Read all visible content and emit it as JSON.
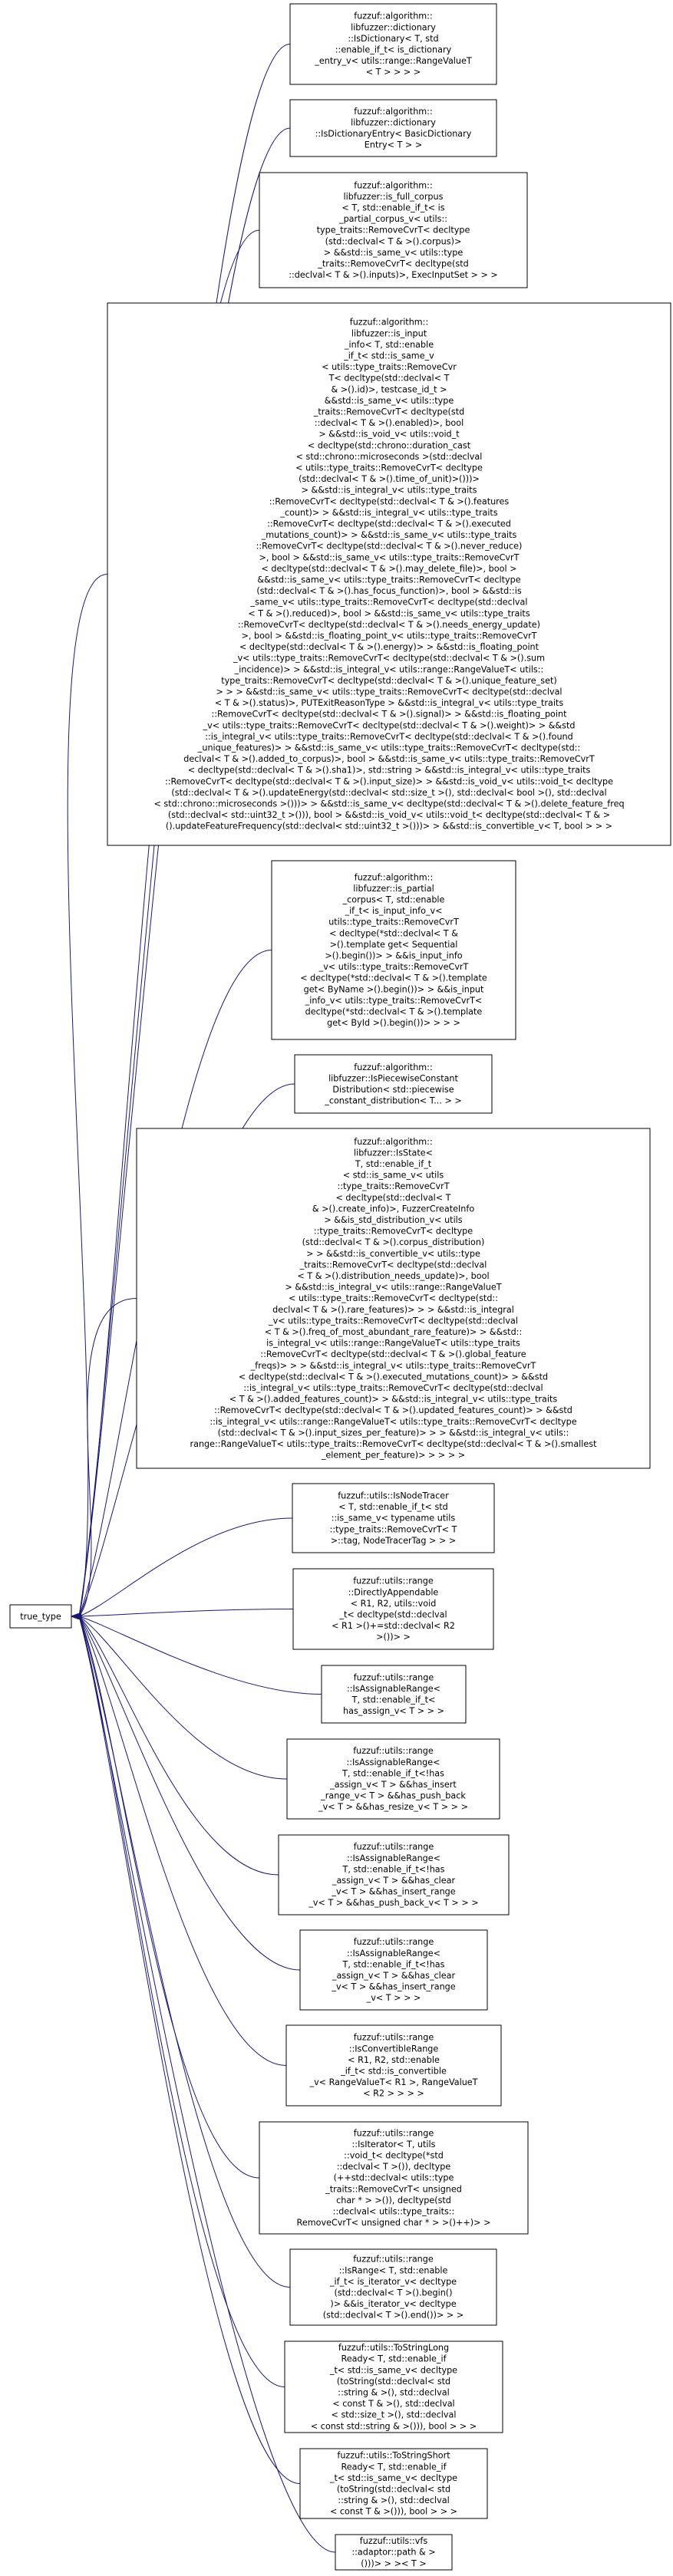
{
  "root": {
    "label": "true_type"
  },
  "nodes": [
    {
      "id": "dictionary",
      "lines": [
        "fuzzuf::algorithm::",
        "libfuzzer::dictionary",
        "::IsDictionary< T, std",
        "::enable_if_t< is_dictionary",
        "_entry_v< utils::range::RangeValueT",
        "< T > > > >"
      ]
    },
    {
      "id": "dictionary-entry",
      "lines": [
        "fuzzuf::algorithm::",
        "libfuzzer::dictionary",
        "::IsDictionaryEntry< BasicDictionary",
        "Entry< T > >"
      ]
    },
    {
      "id": "full-corpus",
      "lines": [
        "fuzzuf::algorithm::",
        "libfuzzer::is_full_corpus",
        "< T, std::enable_if_t< is",
        "_partial_corpus_v< utils::",
        "type_traits::RemoveCvrT< decltype",
        "(std::declval< T & >().corpus)>",
        "> &&std::is_same_v< utils::type",
        "_traits::RemoveCvrT< decltype(std",
        "::declval< T & >().inputs)>, ExecInputSet > > >"
      ]
    },
    {
      "id": "is-input-info",
      "lines": [
        "fuzzuf::algorithm::",
        "libfuzzer::is_input",
        "_info< T, std::enable",
        "_if_t< std::is_same_v",
        "< utils::type_traits::RemoveCvr",
        "T< decltype(std::declval< T",
        "& >().id)>, testcase_id_t >",
        "&&std::is_same_v< utils::type",
        "_traits::RemoveCvrT< decltype(std",
        "::declval< T & >().enabled)>, bool",
        "> &&std::is_void_v< utils::void_t",
        "< decltype(std::chrono::duration_cast",
        "< std::chrono::microseconds >(std::declval",
        "< utils::type_traits::RemoveCvrT< decltype",
        "(std::declval< T & >().time_of_unit)>()))>",
        "> &&std::is_integral_v< utils::type_traits",
        "::RemoveCvrT< decltype(std::declval< T & >().features",
        "_count)> > &&std::is_integral_v< utils::type_traits",
        "::RemoveCvrT< decltype(std::declval< T & >().executed",
        "_mutations_count)> > &&std::is_same_v< utils::type_traits",
        "::RemoveCvrT< decltype(std::declval< T & >().never_reduce)",
        ">, bool > &&std::is_same_v< utils::type_traits::RemoveCvrT",
        "< decltype(std::declval< T & >().may_delete_file)>, bool >",
        "&&std::is_same_v< utils::type_traits::RemoveCvrT< decltype",
        "(std::declval< T & >().has_focus_function)>, bool > &&std::is",
        "_same_v< utils::type_traits::RemoveCvrT< decltype(std::declval",
        "< T & >().reduced)>, bool > &&std::is_same_v< utils::type_traits",
        "::RemoveCvrT< decltype(std::declval< T & >().needs_energy_update)",
        ">, bool > &&std::is_floating_point_v< utils::type_traits::RemoveCvrT",
        "< decltype(std::declval< T & >().energy)> > &&std::is_floating_point",
        "_v< utils::type_traits::RemoveCvrT< decltype(std::declval< T & >().sum",
        "_incidence)> > &&std::is_integral_v< utils::range::RangeValueT< utils::",
        "type_traits::RemoveCvrT< decltype(std::declval< T & >().unique_feature_set)",
        "> > > &&std::is_same_v< utils::type_traits::RemoveCvrT< decltype(std::declval",
        "< T & >().status)>, PUTExitReasonType > &&std::is_integral_v< utils::type_traits",
        "::RemoveCvrT< decltype(std::declval< T & >().signal)> > &&std::is_floating_point",
        "_v< utils::type_traits::RemoveCvrT< decltype(std::declval< T & >().weight)> > &&std",
        "::is_integral_v< utils::type_traits::RemoveCvrT< decltype(std::declval< T & >().found",
        "_unique_features)> > &&std::is_same_v< utils::type_traits::RemoveCvrT< decltype(std::",
        "declval< T & >().added_to_corpus)>, bool > &&std::is_same_v< utils::type_traits::RemoveCvrT",
        "< decltype(std::declval< T & >().sha1)>, std::string > &&std::is_integral_v< utils::type_traits",
        "::RemoveCvrT< decltype(std::declval< T & >().input_size)> > &&std::is_void_v< utils::void_t< decltype",
        "(std::declval< T & >().updateEnergy(std::declval< std::size_t >(), std::declval< bool >(), std::declval",
        "< std::chrono::microseconds >()))> > &&std::is_same_v< decltype(std::declval< T & >().delete_feature_freq",
        "(std::declval< std::uint32_t >())), bool > &&std::is_void_v< utils::void_t< decltype(std::declval< T & >",
        "().updateFeatureFrequency(std::declval< std::uint32_t >()))> > &&std::is_convertible_v< T, bool > > >"
      ]
    },
    {
      "id": "is-partial-corpus",
      "lines": [
        "fuzzuf::algorithm::",
        "libfuzzer::is_partial",
        "_corpus< T, std::enable",
        "_if_t< is_input_info_v<",
        "utils::type_traits::RemoveCvrT",
        "< decltype(*std::declval< T &",
        ">().template get< Sequential",
        ">().begin())> > &&is_input_info",
        "_v< utils::type_traits::RemoveCvrT",
        "< decltype(*std::declval< T & >().template",
        "get< ByName >().begin())> > &&is_input",
        "_info_v< utils::type_traits::RemoveCvrT<",
        "decltype(*std::declval< T & >().template",
        "get< ById >().begin())> > > >"
      ]
    },
    {
      "id": "piecewise-constant",
      "lines": [
        "fuzzuf::algorithm::",
        "libfuzzer::IsPiecewiseConstant",
        "Distribution< std::piecewise",
        "_constant_distribution< T... > >"
      ]
    },
    {
      "id": "is-state",
      "lines": [
        "fuzzuf::algorithm::",
        "libfuzzer::IsState<",
        "T, std::enable_if_t",
        "< std::is_same_v< utils",
        "::type_traits::RemoveCvrT",
        "< decltype(std::declval< T",
        "& >().create_info)>, FuzzerCreateInfo",
        "> &&is_std_distribution_v< utils",
        "::type_traits::RemoveCvrT< decltype",
        "(std::declval< T & >().corpus_distribution)",
        "> > &&std::is_convertible_v< utils::type",
        "_traits::RemoveCvrT< decltype(std::declval",
        "< T & >().distribution_needs_update)>, bool",
        "> &&std::is_integral_v< utils::range::RangeValueT",
        "< utils::type_traits::RemoveCvrT< decltype(std::",
        "declval< T & >().rare_features)> > > &&std::is_integral",
        "_v< utils::type_traits::RemoveCvrT< decltype(std::declval",
        "< T & >().freq_of_most_abundant_rare_feature)> > &&std::",
        "is_integral_v< utils::range::RangeValueT< utils::type_traits",
        "::RemoveCvrT< decltype(std::declval< T & >().global_feature",
        "_freqs)> > > &&std::is_integral_v< utils::type_traits::RemoveCvrT",
        "< decltype(std::declval< T & >().executed_mutations_count)> > &&std",
        "::is_integral_v< utils::type_traits::RemoveCvrT< decltype(std::declval",
        "< T & >().added_features_count)> > &&std::is_integral_v< utils::type_traits",
        "::RemoveCvrT< decltype(std::declval< T & >().updated_features_count)> > &&std",
        "::is_integral_v< utils::range::RangeValueT< utils::type_traits::RemoveCvrT< decltype",
        "(std::declval< T & >().input_sizes_per_feature)> > > &&std::is_integral_v< utils::",
        "range::RangeValueT< utils::type_traits::RemoveCvrT< decltype(std::declval< T & >().smallest",
        "_element_per_feature)> > > > >"
      ]
    },
    {
      "id": "is-node-tracer",
      "lines": [
        "fuzzuf::utils::IsNodeTracer",
        "< T, std::enable_if_t< std",
        "::is_same_v< typename utils",
        "::type_traits::RemoveCvrT< T",
        ">::tag, NodeTracerTag > > >"
      ]
    },
    {
      "id": "directly-appendable",
      "lines": [
        "fuzzuf::utils::range",
        "::DirectlyAppendable",
        "< R1, R2, utils::void",
        "_t< decltype(std::declval",
        "< R1 >()+=std::declval< R2",
        ">())> >"
      ]
    },
    {
      "id": "assignable-1",
      "lines": [
        "fuzzuf::utils::range",
        "::IsAssignableRange<",
        "T, std::enable_if_t<",
        "has_assign_v< T > > >"
      ]
    },
    {
      "id": "assignable-2",
      "lines": [
        "fuzzuf::utils::range",
        "::IsAssignableRange<",
        "T, std::enable_if_t<!has",
        "_assign_v< T > &&has_insert",
        "_range_v< T > &&has_push_back",
        "_v< T > &&has_resize_v< T > > >"
      ]
    },
    {
      "id": "assignable-3",
      "lines": [
        "fuzzuf::utils::range",
        "::IsAssignableRange<",
        "T, std::enable_if_t<!has",
        "_assign_v< T > &&has_clear",
        "_v< T > &&has_insert_range",
        "_v< T > &&has_push_back_v< T > > >"
      ]
    },
    {
      "id": "assignable-4",
      "lines": [
        "fuzzuf::utils::range",
        "::IsAssignableRange<",
        "T, std::enable_if_t<!has",
        "_assign_v< T > &&has_clear",
        "_v< T > &&has_insert_range",
        "_v< T > > >"
      ]
    },
    {
      "id": "convertible-range",
      "lines": [
        "fuzzuf::utils::range",
        "::IsConvertibleRange",
        "< R1, R2, std::enable",
        "_if_t< std::is_convertible",
        "_v< RangeValueT< R1 >, RangeValueT",
        "< R2 > > > >"
      ]
    },
    {
      "id": "is-iterator",
      "lines": [
        "fuzzuf::utils::range",
        "::IsIterator< T, utils",
        "::void_t< decltype(*std",
        "::declval< T >()), decltype",
        "(++std::declval< utils::type",
        "_traits::RemoveCvrT< unsigned",
        "char * > >()), decltype(std",
        "::declval< utils::type_traits::",
        "RemoveCvrT< unsigned char * > >()++)> >"
      ]
    },
    {
      "id": "is-range",
      "lines": [
        "fuzzuf::utils::range",
        "::IsRange< T, std::enable",
        "_if_t< is_iterator_v< decltype",
        "(std::declval< T >().begin()",
        ")> &&is_iterator_v< decltype",
        "(std::declval< T >().end())> > >"
      ]
    },
    {
      "id": "to-string-long",
      "lines": [
        "fuzzuf::utils::ToStringLong",
        "Ready< T, std::enable_if",
        "_t< std::is_same_v< decltype",
        "(toString(std::declval< std",
        "::string & >(), std::declval",
        "< const T & >(), std::declval",
        "< std::size_t >(), std::declval",
        "< const std::string & >())), bool > > >"
      ]
    },
    {
      "id": "to-string-short",
      "lines": [
        "fuzzuf::utils::ToStringShort",
        "Ready< T, std::enable_if",
        "_t< std::is_same_v< decltype",
        "(toString(std::declval< std",
        "::string & >(), std::declval",
        "< const T & >())), bool > > >"
      ]
    },
    {
      "id": "vfs-adaptor",
      "lines": [
        "fuzzuf::utils::vfs",
        "::adaptor::path & >",
        "()))> > >< T >"
      ]
    }
  ]
}
